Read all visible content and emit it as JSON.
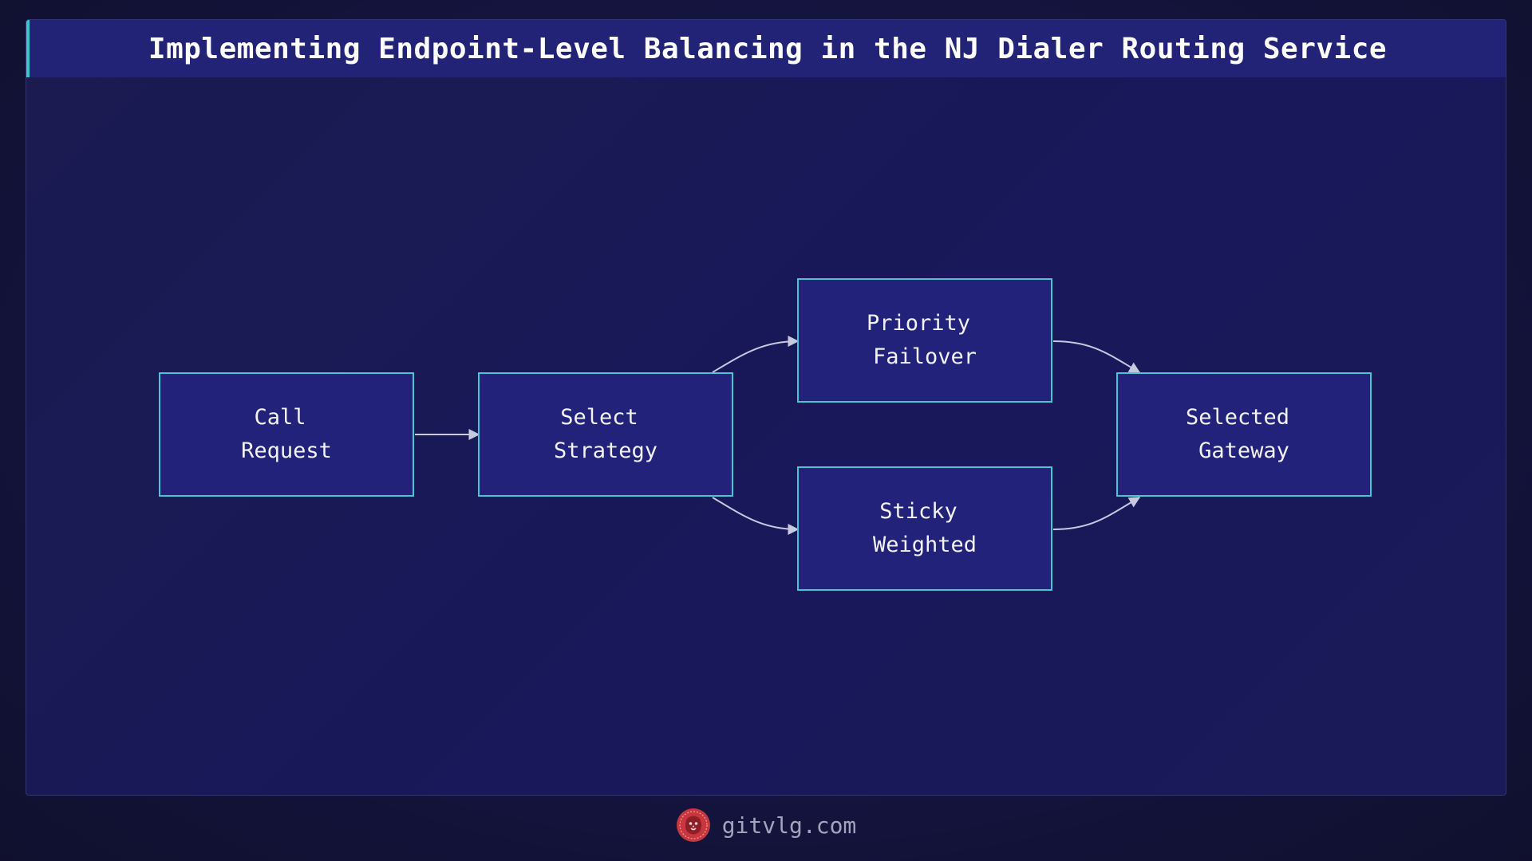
{
  "title": "Implementing Endpoint-Level Balancing in the NJ Dialer Routing Service",
  "nodes": {
    "call_request": {
      "line1": "Call",
      "line2": "Request"
    },
    "select_strategy": {
      "line1": "Select",
      "line2": "Strategy"
    },
    "priority_failover": {
      "line1": "Priority",
      "line2": "Failover"
    },
    "sticky_weighted": {
      "line1": "Sticky",
      "line2": "Weighted"
    },
    "selected_gateway": {
      "line1": "Selected",
      "line2": "Gateway"
    }
  },
  "edges": [
    {
      "from": "Call Request",
      "to": "Select Strategy"
    },
    {
      "from": "Select Strategy",
      "to": "Priority Failover"
    },
    {
      "from": "Select Strategy",
      "to": "Sticky Weighted"
    },
    {
      "from": "Priority Failover",
      "to": "Selected Gateway"
    },
    {
      "from": "Sticky Weighted",
      "to": "Selected Gateway"
    }
  ],
  "footer": {
    "site": "gitvlg.com",
    "logo_icon": "lion-logo-icon"
  },
  "colors": {
    "background": "#141440",
    "title_bar": "#222277",
    "accent": "#3cc6c8",
    "node_fill": "#22227a",
    "node_border": "#4ac4d0",
    "edge": "#c8c8de",
    "logo": "#d8424a"
  }
}
